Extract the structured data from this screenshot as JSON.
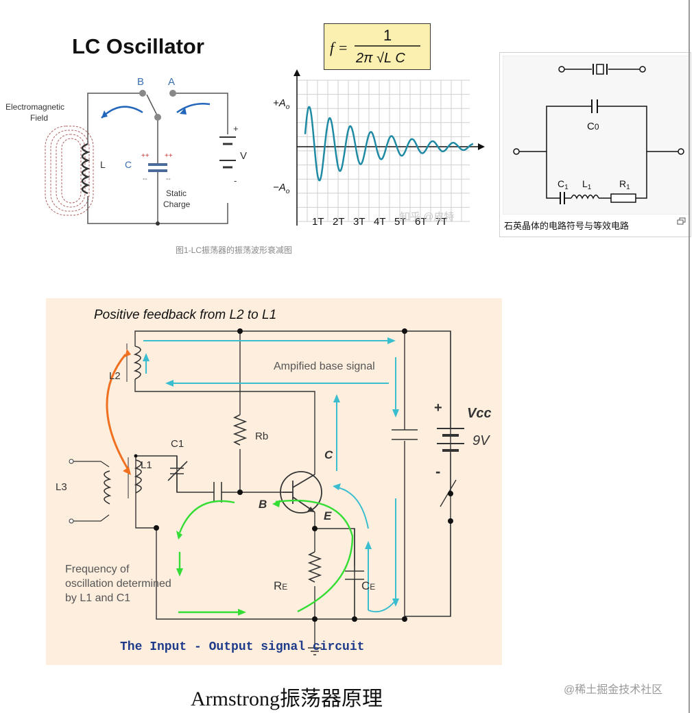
{
  "lc": {
    "title": "LC Oscillator",
    "field_label": "Electromagnetic Field",
    "field_line1": "Electromagnetic",
    "field_line2": "Field",
    "b": "B",
    "a": "A",
    "l": "L",
    "c": "C",
    "v": "V",
    "plus": "+",
    "minus": "-",
    "pp": "++",
    "mm": "--",
    "static1": "Static",
    "static2": "Charge"
  },
  "formula": {
    "f": "f =",
    "num": "1",
    "den": "2π √L C"
  },
  "wave": {
    "plus_a": "+A",
    "minus_a": "−A",
    "sub": "o",
    "ticks": [
      "1T",
      "2T",
      "3T",
      "4T",
      "5T",
      "6T",
      "7T"
    ],
    "watermark": "知乎 @皮特"
  },
  "caption1": "图1-LC振荡器的振荡波形衰减图",
  "crystal": {
    "c0": "C",
    "c0_sub": "0",
    "c1": "C",
    "l1": "L",
    "r1": "R",
    "sub1": "1",
    "caption": "石英晶体的电路符号与等效电路",
    "expand_icon": "expand-icon"
  },
  "armstrong": {
    "feedback": "Positive feedback from L2 to L1",
    "amplified": "Ampified base signal",
    "l2": "L2",
    "l1": "L1",
    "l3": "L3",
    "c1": "C1",
    "rb": "Rb",
    "c": "C",
    "b": "B",
    "e": "E",
    "re": "R",
    "re_sub": "E",
    "ce": "C",
    "ce_sub": "E",
    "vcc": "Vcc",
    "v9": "9V",
    "plus": "+",
    "minus": "-",
    "freq1": "Frequency of",
    "freq2": "oscillation determined",
    "freq3": "by L1 and C1",
    "bottom": "The Input - Output signal circuit"
  },
  "title": "Armstrong振荡器原理",
  "watermark": "@稀土掘金技术社区",
  "colors": {
    "cyan": "#3bbdd0",
    "green": "#33dd33",
    "orange": "#f07020",
    "panel": "#fdeede",
    "wave": "#1e8aa4",
    "formula_bg": "#fbf0b0",
    "accent": "#2266bb"
  }
}
